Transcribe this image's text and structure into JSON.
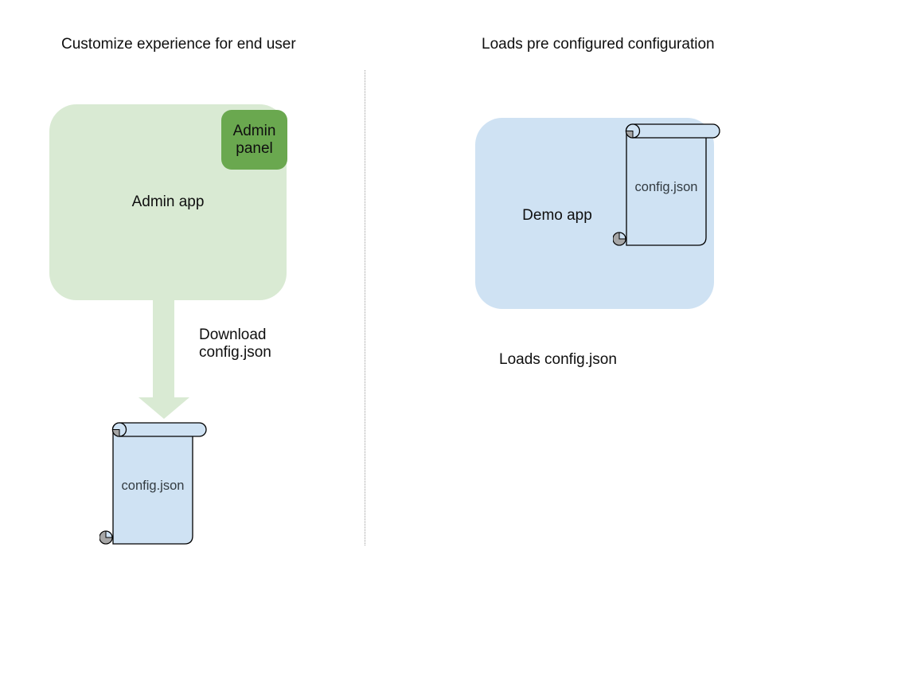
{
  "left": {
    "title": "Customize experience for end user",
    "admin_app_label": "Admin app",
    "admin_panel_label": "Admin panel",
    "download_caption": "Download\nconfig.json",
    "config_file_label": "config.json"
  },
  "right": {
    "title": "Loads pre configured configuration",
    "demo_app_label": "Demo app",
    "config_file_label": "config.json",
    "loads_caption": "Loads config.json"
  },
  "colors": {
    "admin_box_green": "#d9ead3",
    "admin_panel_green": "#6aa84f",
    "arrow_green": "#d9ead3",
    "demo_box_blue": "#cfe2f3",
    "scroll_blue": "#cfe2f3",
    "scroll_outline": "#000000",
    "scroll_curl_gray": "#a6a6a6",
    "divider_gray": "#9b9b9b",
    "text_black": "#0f0f0f"
  }
}
